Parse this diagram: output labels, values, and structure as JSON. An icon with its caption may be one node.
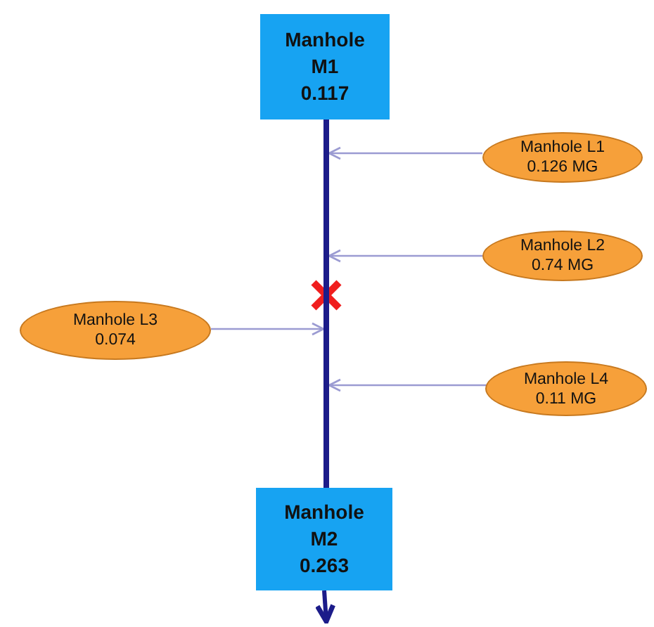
{
  "diagram": {
    "nodes": [
      {
        "text": [
          "Manhole M1",
          "0.117"
        ]
      },
      {
        "text": [],
        "shape": "bar"
      },
      {
        "text": [
          "Manhole L1",
          "0.126 MG"
        ]
      },
      {
        "text": [
          "Manhole L2",
          "0.74 MG"
        ]
      },
      {
        "text": [
          "Manhole L3",
          "0.074"
        ]
      },
      {
        "text": [
          "Manhole L4",
          "0.11 MG"
        ]
      },
      {
        "text": [
          "Manhole M2",
          "0.263"
        ]
      }
    ],
    "edges": [
      {
        "from": 2,
        "to": 1,
        "arrow": "to"
      },
      {
        "from": 3,
        "to": 1,
        "arrow": "to"
      },
      {
        "from": 4,
        "to": 1,
        "arrow": "to"
      },
      {
        "from": 5,
        "to": 1,
        "arrow": "to"
      },
      {
        "from": 6,
        "to": null,
        "arrow": "to",
        "style": "thick",
        "color": "#1c1c8a"
      }
    ]
  }
}
